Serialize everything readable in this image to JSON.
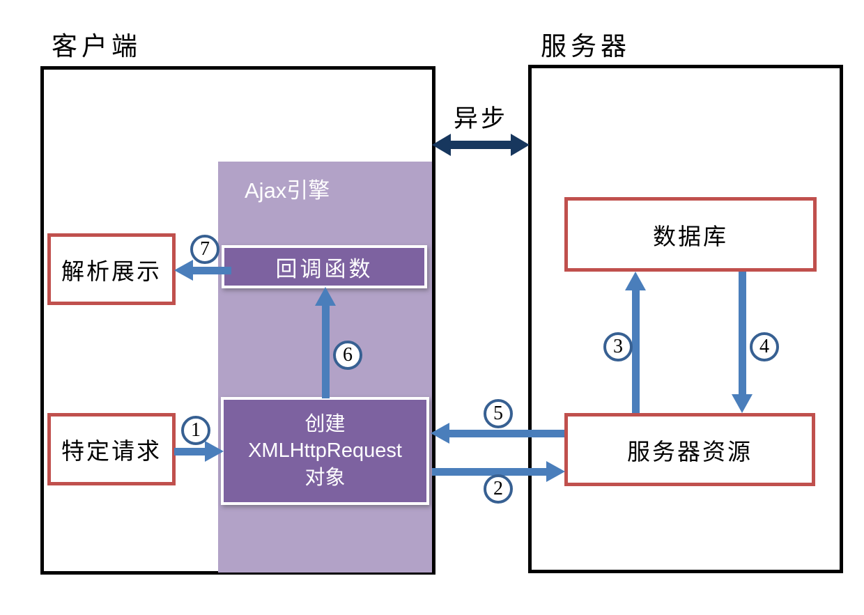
{
  "labels": {
    "client": "客户端",
    "server": "服务器",
    "async": "异步",
    "ajax_engine": "Ajax引擎"
  },
  "boxes": {
    "parse_display": "解析展示",
    "specific_request": "特定请求",
    "callback": "回调函数",
    "xhr": {
      "line1": "创建",
      "line2": "XMLHttpRequest",
      "line3": "对象"
    },
    "database": "数据库",
    "server_resource": "服务器资源"
  },
  "steps": {
    "s1": "1",
    "s2": "2",
    "s3": "3",
    "s4": "4",
    "s5": "5",
    "s6": "6",
    "s7": "7"
  },
  "colors": {
    "arrow_blue": "#4a7ebb",
    "async_arrow_navy": "#17375e",
    "box_border_red": "#c0504d",
    "ajax_region_purple": "#b2a2c7",
    "inner_box_purple": "#7d62a0",
    "circle_ring_blue": "#376092",
    "outline_black": "#000000"
  }
}
